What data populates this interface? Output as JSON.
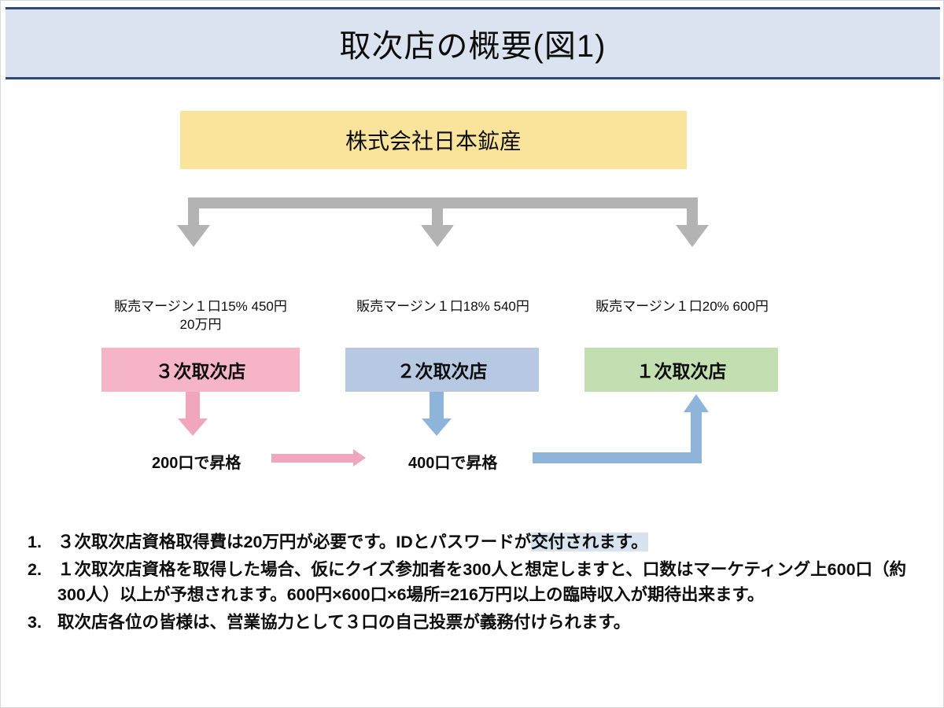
{
  "slide": {
    "title": "取次店の概要(図1)"
  },
  "company": {
    "name": "株式会社日本鉱産"
  },
  "tiers": [
    {
      "caption_line1": "販売マージン１口15% 450円",
      "caption_line2": "20万円",
      "label": "３次取次店",
      "color": "#f5b5c7"
    },
    {
      "caption_line1": "販売マージン１口18% 540円",
      "caption_line2": "",
      "label": "２次取次店",
      "color": "#b6c8e2"
    },
    {
      "caption_line1": "販売マージン１口20% 600円",
      "caption_line2": "",
      "label": "１次取次店",
      "color": "#c3dfb2"
    }
  ],
  "promotions": [
    {
      "label": "200口で昇格",
      "color": "#f0a7bd"
    },
    {
      "label": "400口で昇格",
      "color": "#8fb4da"
    }
  ],
  "connector": {
    "color": "#b3b3b3"
  },
  "notes": [
    {
      "number": "1.",
      "text_plain": "３次取次店資格取得費は20万円が必要です。IDとパスワードが交付されます。",
      "text_before": "３次取次店資格取得費は20万円が必要です。IDとパスワードが",
      "text_highlight": "交付されます。",
      "text_after": ""
    },
    {
      "number": "2.",
      "text_plain": "１次取次店資格を取得した場合、仮にクイズ参加者を300人と想定しますと、口数はマーケティング上600口（約300人）以上が予想されます。600円×600口×6場所=216万円以上の臨時収入が期待出来ます。",
      "text_before": "１次取次店資格を取得した場合、仮にクイズ参加者を300人と想定しますと、口数はマーケティング上600口（約300人）以上が予想されます。600円×600口×6場所=216万円以上の臨時収入が期待出来ます。",
      "text_highlight": "",
      "text_after": ""
    },
    {
      "number": "3.",
      "text_plain": "取次店各位の皆様は、営業協力として３口の自己投票が義務付けられます。",
      "text_before": "取次店各位の皆様は、営業協力として３口の自己投票が義務付けられます。",
      "text_highlight": "",
      "text_after": ""
    }
  ],
  "colors": {
    "title_band": "#dce3f0",
    "title_border": "#2a4a78",
    "company_box": "#fae49c",
    "highlight": "#d7e3ef"
  }
}
